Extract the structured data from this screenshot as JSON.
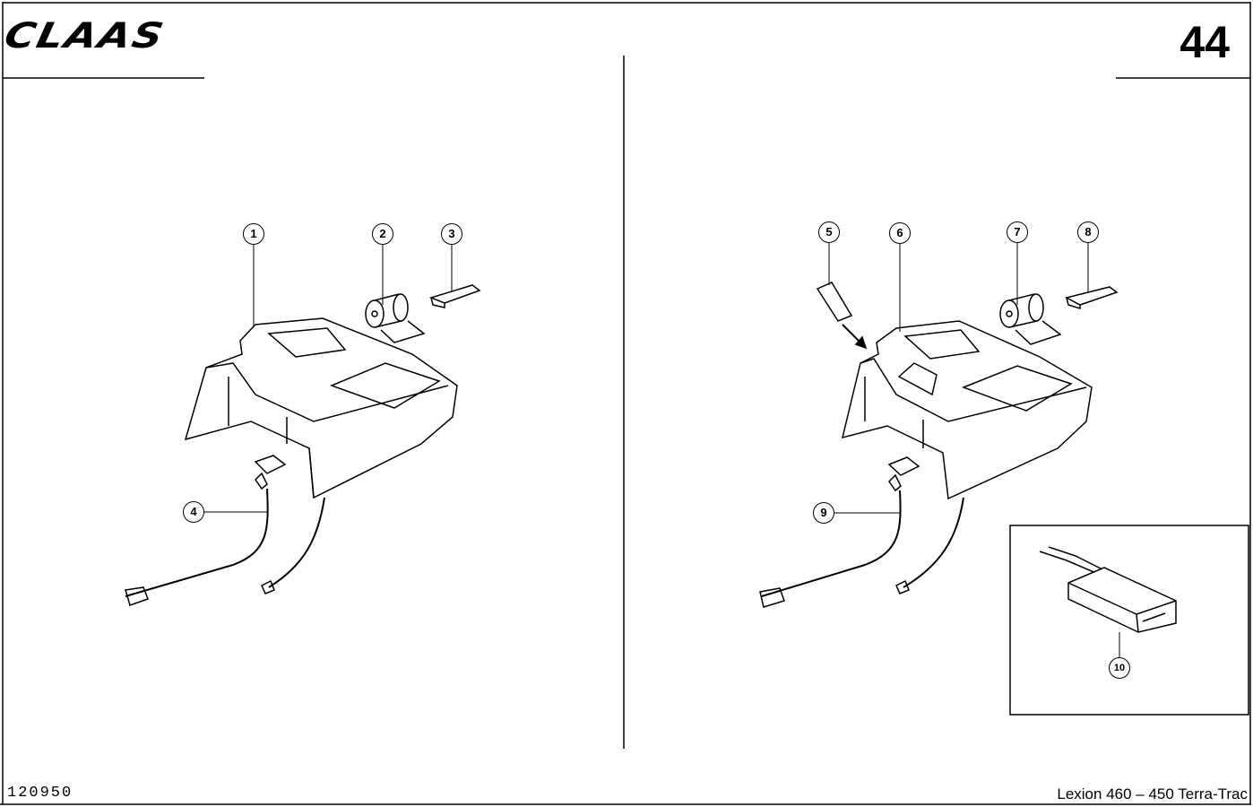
{
  "header": {
    "brand": "CLAAS",
    "page_number": "44"
  },
  "footer": {
    "document_number": "120950",
    "model": "Lexion 460 – 450 Terra-Trac"
  },
  "callouts": [
    "1",
    "2",
    "3",
    "4",
    "5",
    "6",
    "7",
    "8",
    "9",
    "10"
  ]
}
